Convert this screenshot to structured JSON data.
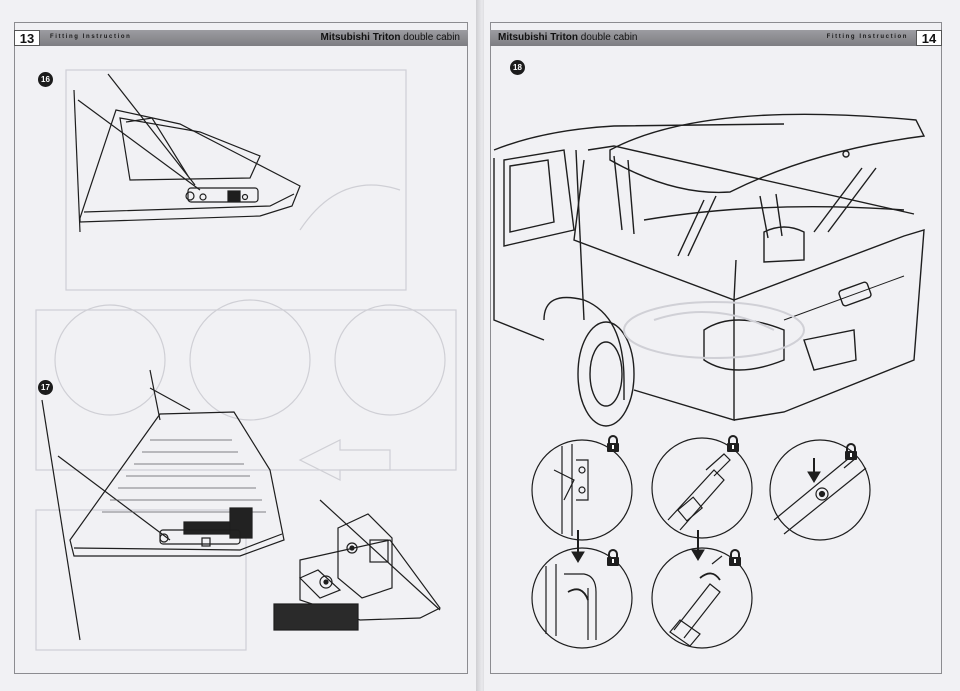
{
  "left_page": {
    "page_number": "13",
    "header_label": "Fitting Instruction",
    "header_model_bold": "Mitsubishi Triton",
    "header_model_rest": "double cabin",
    "steps": [
      {
        "number": "16"
      },
      {
        "number": "17"
      }
    ]
  },
  "right_page": {
    "page_number": "14",
    "header_label": "Fitting Instruction",
    "header_model_bold": "Mitsubishi Triton",
    "header_model_rest": "double cabin",
    "steps": [
      {
        "number": "18"
      }
    ],
    "lock_icon_count": 5
  },
  "colors": {
    "paper": "#f1f1f4",
    "header_bar": "#8a8a8f",
    "line_art": "#1e1e1e",
    "ghost_art": "#c9c9cf"
  }
}
